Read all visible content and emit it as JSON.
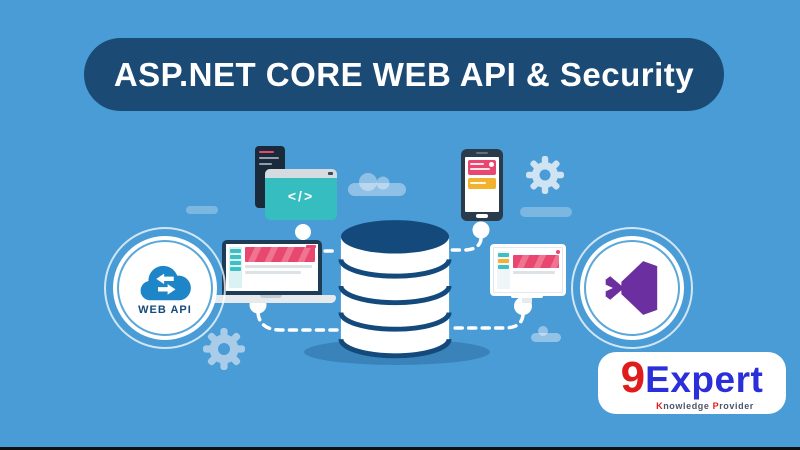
{
  "banner": {
    "title": "ASP.NET CORE WEB API & Security"
  },
  "web_api_node": {
    "label": "WEB API"
  },
  "code_window": {
    "symbol": "</>"
  },
  "logo": {
    "nine": "9",
    "name": "Expert",
    "tagline_k": "K",
    "tagline_nowledge": "nowledge ",
    "tagline_p": "P",
    "tagline_rovider": "rovider"
  },
  "colors": {
    "background": "#4a9cd6",
    "banner_navy": "#1b4a75",
    "database_navy": "#14497c",
    "teal": "#35bdc0",
    "red_pink": "#e8476f",
    "yellow": "#f2b22e",
    "vs_purple": "#6b2fa0",
    "logo_red": "#e01b1b",
    "logo_blue": "#2b2fd9",
    "connector_white": "#ffffff"
  }
}
